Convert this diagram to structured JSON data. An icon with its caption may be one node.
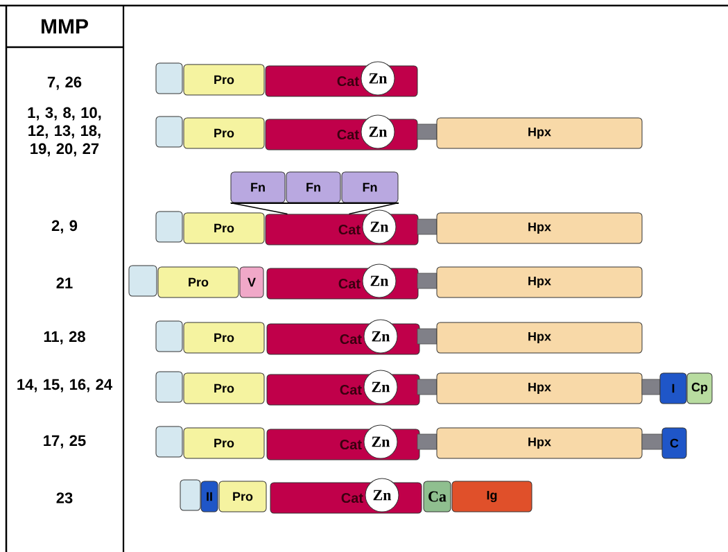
{
  "diagram": {
    "nodes": [
      {
        "text": [],
        "shape": "box"
      },
      {
        "text": [
          "Pro"
        ]
      },
      {
        "text": [
          "Cat"
        ]
      },
      {
        "text": [
          "Zn"
        ]
      },
      {
        "text": [],
        "shape": "box"
      },
      {
        "text": [
          "Pro"
        ]
      },
      {
        "text": [
          "Cat"
        ]
      },
      {
        "text": [
          "Zn"
        ]
      },
      {
        "text": [],
        "shape": "bar"
      },
      {
        "text": [
          "Hpx"
        ]
      },
      {
        "text": [
          "Fn"
        ]
      },
      {
        "text": [
          "Fn"
        ]
      },
      {
        "text": [
          "Fn"
        ]
      },
      {
        "text": [],
        "shape": "box"
      },
      {
        "text": [
          "Pro"
        ]
      },
      {
        "text": [
          "Cat"
        ]
      },
      {
        "text": [
          "Zn"
        ]
      },
      {
        "text": [],
        "shape": "bar"
      },
      {
        "text": [
          "Hpx"
        ]
      },
      {
        "text": [],
        "shape": "box"
      },
      {
        "text": [
          "Pro"
        ]
      },
      {
        "text": [
          "V"
        ]
      },
      {
        "text": [
          "Cat"
        ]
      },
      {
        "text": [
          "Zn"
        ]
      },
      {
        "text": [],
        "shape": "bar"
      },
      {
        "text": [
          "Hpx"
        ]
      },
      {
        "text": [],
        "shape": "box"
      },
      {
        "text": [
          "Pro"
        ]
      },
      {
        "text": [
          "Cat"
        ]
      },
      {
        "text": [
          "Zn"
        ]
      },
      {
        "text": [],
        "shape": "bar"
      },
      {
        "text": [
          "Hpx"
        ]
      },
      {
        "text": [],
        "shape": "box"
      },
      {
        "text": [
          "Pro"
        ]
      },
      {
        "text": [
          "Cat"
        ]
      },
      {
        "text": [
          "Zn"
        ]
      },
      {
        "text": [],
        "shape": "bar"
      },
      {
        "text": [
          "Hpx"
        ]
      },
      {
        "text": [],
        "shape": "bar"
      },
      {
        "text": [
          "I"
        ]
      },
      {
        "text": [
          "Cp"
        ]
      },
      {
        "text": [],
        "shape": "box"
      },
      {
        "text": [
          "Pro"
        ]
      },
      {
        "text": [
          "Cat"
        ]
      },
      {
        "text": [
          "Zn"
        ]
      },
      {
        "text": [],
        "shape": "bar"
      },
      {
        "text": [
          "Hpx"
        ]
      },
      {
        "text": [],
        "shape": "bar"
      },
      {
        "text": [
          "C"
        ]
      },
      {
        "text": [],
        "shape": "box"
      },
      {
        "text": [
          "II"
        ]
      },
      {
        "text": [
          "Pro"
        ]
      },
      {
        "text": [
          "Cat"
        ]
      },
      {
        "text": [
          "Zn"
        ]
      },
      {
        "text": [
          "Ca"
        ]
      },
      {
        "text": [
          "Ig"
        ]
      }
    ],
    "edges": [
      {
        "from": 10,
        "to": 15,
        "arrow": "none"
      },
      {
        "from": 12,
        "to": 15,
        "arrow": "none"
      }
    ],
    "labels": [
      "MMP",
      "7, 26",
      "1, 3, 8, 10, 12, 13, 18, 19, 20, 27",
      "2, 9",
      "21",
      "11, 28",
      "14, 15, 16, 24",
      "17, 25",
      "23"
    ]
  }
}
